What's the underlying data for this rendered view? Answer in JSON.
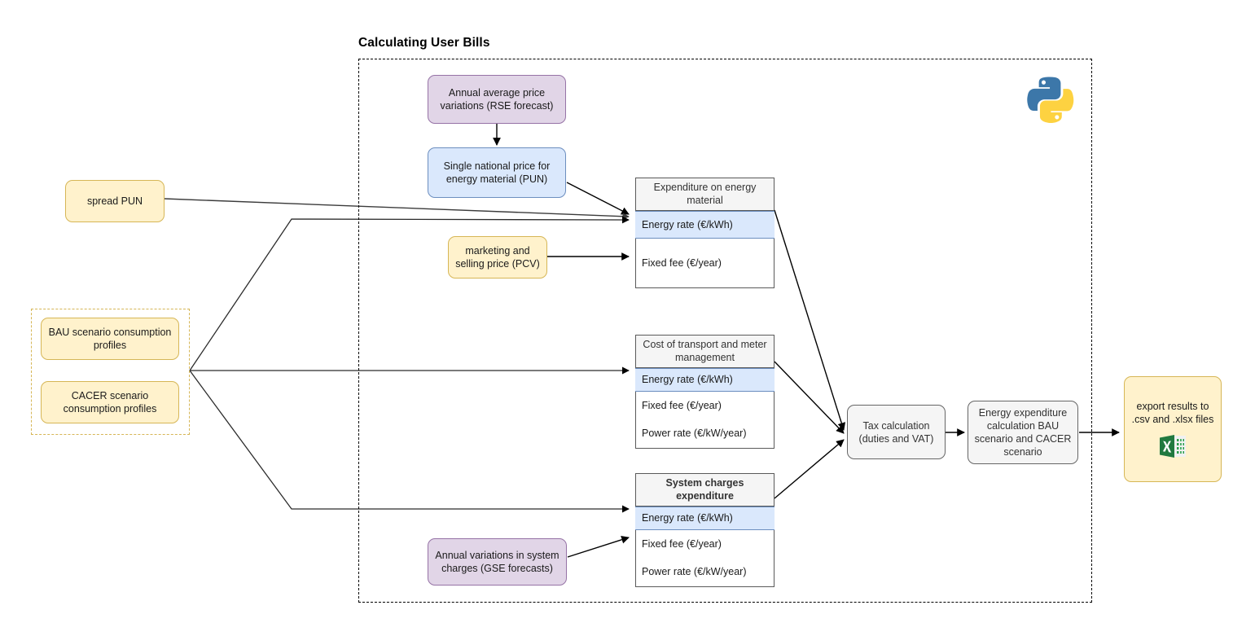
{
  "section": {
    "title": "Calculating User Bills"
  },
  "logos": {
    "python": "python-logo",
    "excel": "excel-icon"
  },
  "inputs": {
    "spread_pun": "spread PUN",
    "bau_profiles": "BAU scenario consumption profiles",
    "cacer_profiles": "CACER scenario consumption profiles",
    "rse_forecast": "Annual average price variations (RSE forecast)",
    "pun": "Single national price for energy material (PUN)",
    "pcv": "marketing and selling price (PCV)",
    "gse_forecast": "Annual variations in system charges (GSE forecasts)"
  },
  "tables": [
    {
      "header": "Expenditure on energy material",
      "header_bold": false,
      "rows": [
        {
          "label": "Energy rate (€/kWh)",
          "highlight": true
        },
        {
          "label": "Fixed fee (€/year)",
          "highlight": false
        }
      ]
    },
    {
      "header": "Cost of transport and meter management",
      "header_bold": false,
      "rows": [
        {
          "label": "Energy rate (€/kWh)",
          "highlight": true
        },
        {
          "label": "Fixed fee (€/year)",
          "highlight": false
        },
        {
          "label": "Power rate (€/kW/year)",
          "highlight": false
        }
      ]
    },
    {
      "header": "System charges expenditure",
      "header_bold": true,
      "rows": [
        {
          "label": "Energy rate (€/kWh)",
          "highlight": true
        },
        {
          "label": "Fixed fee (€/year)",
          "highlight": false
        },
        {
          "label": "Power rate (€/kW/year)",
          "highlight": false
        }
      ]
    }
  ],
  "process": {
    "tax": "Tax calculation (duties and VAT)",
    "energy_expenditure": "Energy expenditure calculation BAU scenario and CACER scenario"
  },
  "output": {
    "export": "export results to .csv and .xlsx files"
  },
  "colors": {
    "yellow_fill": "#fff2cc",
    "yellow_stroke": "#d6b656",
    "purple_fill": "#e1d5e7",
    "purple_stroke": "#9673a6",
    "blue_fill": "#dae8fc",
    "blue_stroke": "#6c8ebf",
    "grey_fill": "#f5f5f5",
    "grey_stroke": "#666666",
    "edge": "#000000"
  }
}
